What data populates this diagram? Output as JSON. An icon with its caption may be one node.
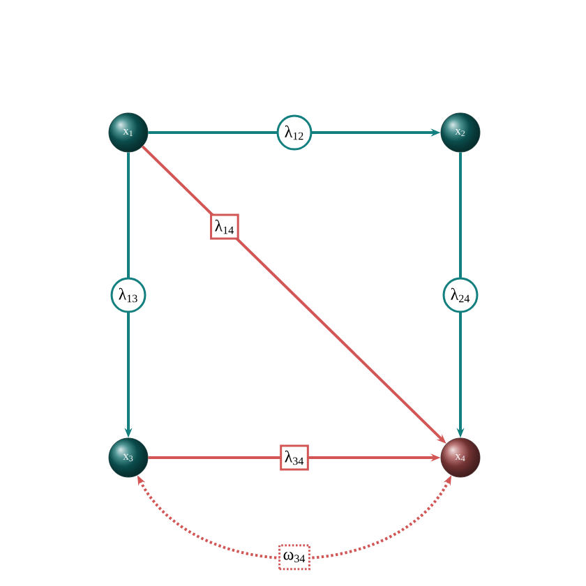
{
  "diagram": {
    "nodes": [
      {
        "text": [
          "x$_{1}$"
        ]
      },
      {
        "text": [
          "x$_{2}$"
        ]
      },
      {
        "text": [
          "x$_{3}$"
        ]
      },
      {
        "text": [
          "x$_{4}$"
        ]
      }
    ],
    "edges": [
      {
        "from": 0,
        "to": 1,
        "arrow": "to",
        "label": "λ$_{12}$",
        "color": "#13807f"
      },
      {
        "from": 0,
        "to": 3,
        "arrow": "to",
        "label": "λ$_{14}$",
        "color": "#d35656"
      },
      {
        "from": 0,
        "to": 2,
        "arrow": "to",
        "label": "λ$_{13}$",
        "color": "#13807f"
      },
      {
        "from": 1,
        "to": 3,
        "arrow": "to",
        "label": "λ$_{24}$",
        "color": "#13807f"
      },
      {
        "from": 2,
        "to": 3,
        "arrow": "to",
        "label": "λ$_{34}$",
        "color": "#d35656"
      },
      {
        "from": 2,
        "to": 3,
        "arrow": "both",
        "label": "ω$_{34}$",
        "style": "dashed",
        "color": "#d35656"
      }
    ]
  }
}
